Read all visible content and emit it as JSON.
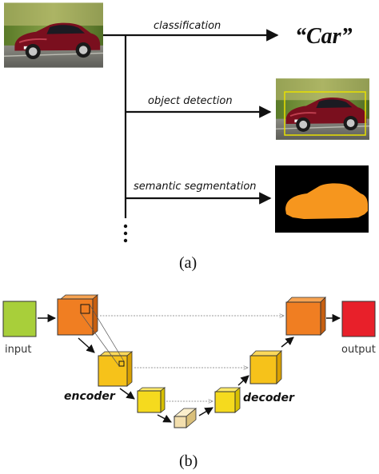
{
  "panel_a": {
    "tasks": [
      {
        "label": "classification",
        "result": "“Car”"
      },
      {
        "label": "object detection"
      },
      {
        "label": "semantic segmentation"
      }
    ],
    "caption": "(a)"
  },
  "panel_b": {
    "input_label": "input",
    "output_label": "output",
    "encoder_label": "encoder",
    "decoder_label": "decoder",
    "caption": "(b)"
  },
  "colors": {
    "car_body": "#7a0f1e",
    "segmentation_mask": "#f6961e",
    "detection_box": "#e8e000",
    "input_block": "#a8cf3a",
    "encoder_orange": "#f07e22",
    "encoder_yellow": "#f6c21a",
    "bottleneck": "#f3dfae",
    "output_block": "#e8202a"
  }
}
